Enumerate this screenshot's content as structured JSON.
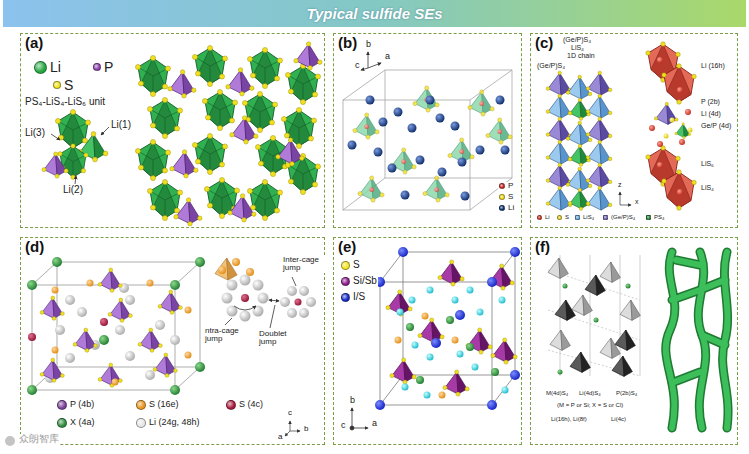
{
  "diagram": {
    "title": "Typical sulfide SEs",
    "nodes": [
      {
        "text": [
          "(a)"
        ]
      },
      {
        "text": [
          "(b)"
        ]
      },
      {
        "text": [
          "(c)"
        ]
      },
      {
        "text": [
          "(d)"
        ]
      },
      {
        "text": [
          "(e)"
        ]
      },
      {
        "text": [
          "(f)"
        ]
      }
    ],
    "labels": [
      "PS₄-LiS₄-LiS₆ unit",
      "Li(3)",
      "Li(1)",
      "Li(2)",
      "b",
      "a",
      "c",
      "(Ge/P)S₄",
      "LiS₄",
      "1D chain",
      "(Ge/P)S₄",
      "Li (16h)",
      "P (2b)",
      "Li (4d)",
      "Ge/P (4d)",
      "LiS₆",
      "LiS₄",
      "z",
      "x",
      "a",
      "b",
      "c",
      "Inter-cage jump",
      "ntra-cage jump",
      "Doublet jump",
      "b",
      "c",
      "a",
      "M(4d)S₄",
      "Li(4d)S₄",
      "P(2b)S₄",
      "(M = P or Si; X = S or Cl)",
      "Li(16h), Li(8f)",
      "Li(4c)",
      "众朗智库"
    ],
    "legend": [
      {
        "text": "Li",
        "color": "#22a53c"
      },
      {
        "text": "P",
        "color": "#8e44ad"
      },
      {
        "text": "S",
        "color": "#f2e41c"
      },
      {
        "text": "P",
        "color": "#d2302a"
      },
      {
        "text": "S",
        "color": "#f4e31c"
      },
      {
        "text": "Li",
        "color": "#123a7a"
      },
      {
        "text": "Li",
        "color": "#e03a24"
      },
      {
        "text": "S",
        "color": "#f0d820"
      },
      {
        "text": "LiS₄",
        "color": "#6aaee0"
      },
      {
        "text": "(Ge/P)S₄",
        "color": "#7b6cc0"
      },
      {
        "text": "PS₄",
        "color": "#2f8a3c"
      },
      {
        "text": "P (4b)",
        "color": "#7a3f98"
      },
      {
        "text": "S (16e)",
        "color": "#e8951e"
      },
      {
        "text": "S (4c)",
        "color": "#a8183a"
      },
      {
        "text": "X (4a)",
        "color": "#2f8a3c"
      },
      {
        "text": "Li (24g, 48h)",
        "color": "#e6e6e6"
      },
      {
        "text": "S",
        "color": "#f2e41c"
      },
      {
        "text": "Si/Sb",
        "color": "#8a1a8a"
      },
      {
        "text": "I/S",
        "color": "#1428c8"
      }
    ]
  }
}
